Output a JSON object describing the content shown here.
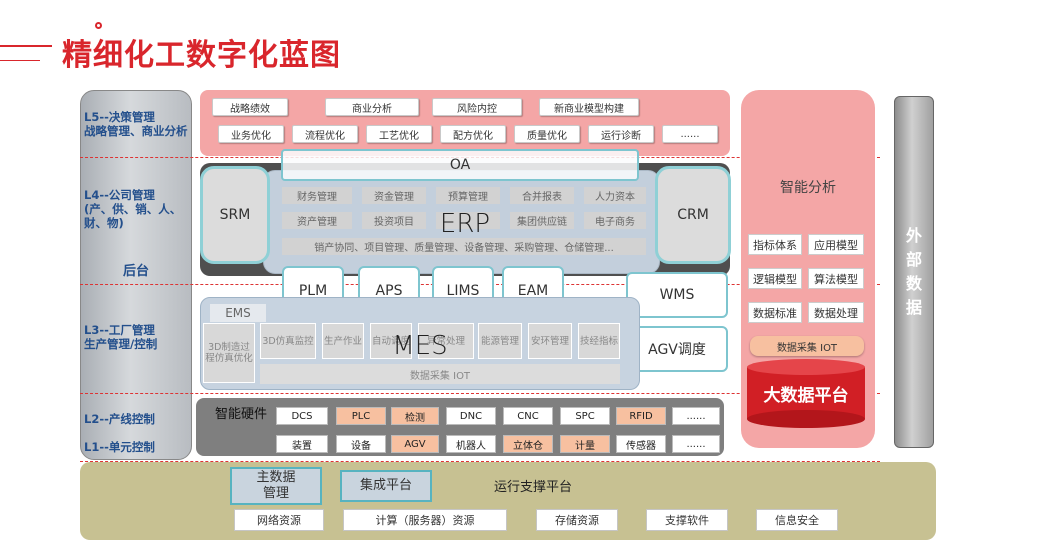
{
  "title": "精细化工数字化蓝图",
  "layers": [
    {
      "id": "l5",
      "text": "L5--决策管理\n战略管理、商业分析"
    },
    {
      "id": "l4",
      "text": "L4--公司管理\n(产、供、销、人、财、物)"
    },
    {
      "id": "backend",
      "text": "后台"
    },
    {
      "id": "l3",
      "text": "L3--工厂管理\n生产管理/控制"
    },
    {
      "id": "l2",
      "text": "L2--产线控制"
    },
    {
      "id": "l1",
      "text": "L1--单元控制"
    }
  ],
  "l5": {
    "row1": [
      "战略绩效",
      "商业分析",
      "风险内控",
      "新商业模型构建"
    ],
    "row2": [
      "业务优化",
      "流程优化",
      "工艺优化",
      "配方优化",
      "质量优化",
      "运行诊断",
      "......"
    ]
  },
  "oa": "OA",
  "srm": "SRM",
  "crm": "CRM",
  "erp": {
    "label": "ERP",
    "row1": [
      "财务管理",
      "资金管理",
      "预算管理",
      "合并报表",
      "人力资本"
    ],
    "row2": [
      "资产管理",
      "投资项目",
      "",
      "集团供应链",
      "电子商务"
    ],
    "row3": "销产协同、项目管理、质量管理、设备管理、采购管理、仓储管理..."
  },
  "modules": {
    "plm": "PLM",
    "aps": "APS",
    "lims": "LIMS",
    "eam": "EAM",
    "wms": "WMS",
    "agv": "AGV调度"
  },
  "mes": {
    "label": "MES",
    "ems": "EMS",
    "tags": [
      "3D制造过程仿真优化",
      "3D仿真监控",
      "生产作业",
      "自动调度",
      "异常处理",
      "能源管理",
      "安环管理",
      "技经指标"
    ],
    "collect": "数据采集  IOT"
  },
  "hardware": {
    "label": "智能硬件",
    "row1": [
      "DCS",
      "PLC",
      "检测",
      "DNC",
      "CNC",
      "SPC",
      "RFID",
      "......"
    ],
    "row2": [
      "装置",
      "设备",
      "AGV",
      "机器人",
      "立体仓",
      "计量",
      "传感器",
      "......"
    ],
    "row1_orange": [
      false,
      true,
      true,
      false,
      false,
      false,
      true,
      false
    ],
    "row2_orange": [
      false,
      false,
      true,
      false,
      true,
      true,
      false,
      false
    ]
  },
  "analysis": {
    "title": "智能分析",
    "tags": [
      "指标体系",
      "应用模型",
      "逻辑模型",
      "算法模型",
      "数据标准",
      "数据处理"
    ],
    "iot": "数据采集 IOT",
    "bigdata": "大数据平台"
  },
  "external": [
    "外",
    "部",
    "数",
    "据"
  ],
  "support": {
    "master_data": "主数据\n管理",
    "integration": "集成平台",
    "platform": "运行支撑平台",
    "resources": [
      "网络资源",
      "计算（服务器）资源",
      "存储资源",
      "支撑软件",
      "信息安全"
    ]
  },
  "colors": {
    "title": "#d9262c",
    "layer_text": "#234f8c",
    "pink": "#f4a6a6",
    "teal": "#7ec5cf",
    "bigdata": "#d11f25"
  }
}
